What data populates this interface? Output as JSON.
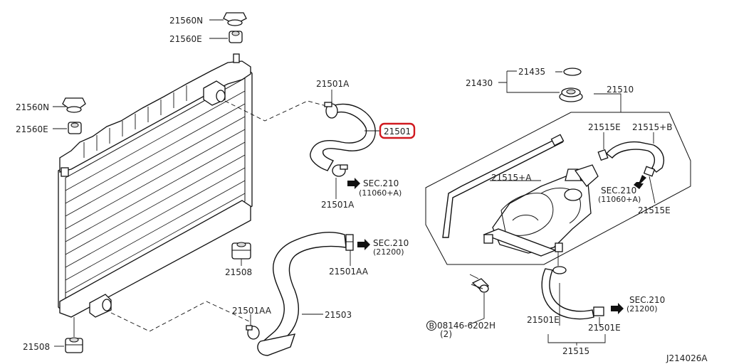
{
  "diagram_code": "J214026A",
  "highlight_color": "#d0191f",
  "labels": {
    "cap_21560N_top": "21560N",
    "seal_21560E_top": "21560E",
    "cap_21560N_left": "21560N",
    "seal_21560E_left": "21560E",
    "clamp_21501A_top": "21501A",
    "hose_21501_highlight": "21501",
    "clamp_21501A_bottom": "21501A",
    "mount_21508_mid": "21508",
    "mount_21508_bottom": "21508",
    "clamp_21501AA_right": "21501AA",
    "clamp_21501AA_left": "21501AA",
    "hose_21503": "21503",
    "sec210_a_line1": "SEC.210",
    "sec210_a_line2": "(11060+A)",
    "sec210_b_line1": "SEC.210",
    "sec210_b_line2": "(21200)",
    "tank_cap_21430": "21430",
    "tank_seal_21435": "21435",
    "reservoir_21510": "21510",
    "clip_21515E_top": "21515E",
    "hose_21515B": "21515+B",
    "hose_21515A": "21515+A",
    "sec210_c_line1": "SEC.210",
    "sec210_c_line2": "(11060+A)",
    "clip_21515E_right": "21515E",
    "bolt_code": "08146-6202H",
    "bolt_qty": "(2)",
    "bolt_symbol": "B",
    "clamp_21501E_left": "21501E",
    "clamp_21501E_right": "21501E",
    "sec210_d_line1": "SEC.210",
    "sec210_d_line2": "(21200)",
    "hose_21515": "21515"
  }
}
